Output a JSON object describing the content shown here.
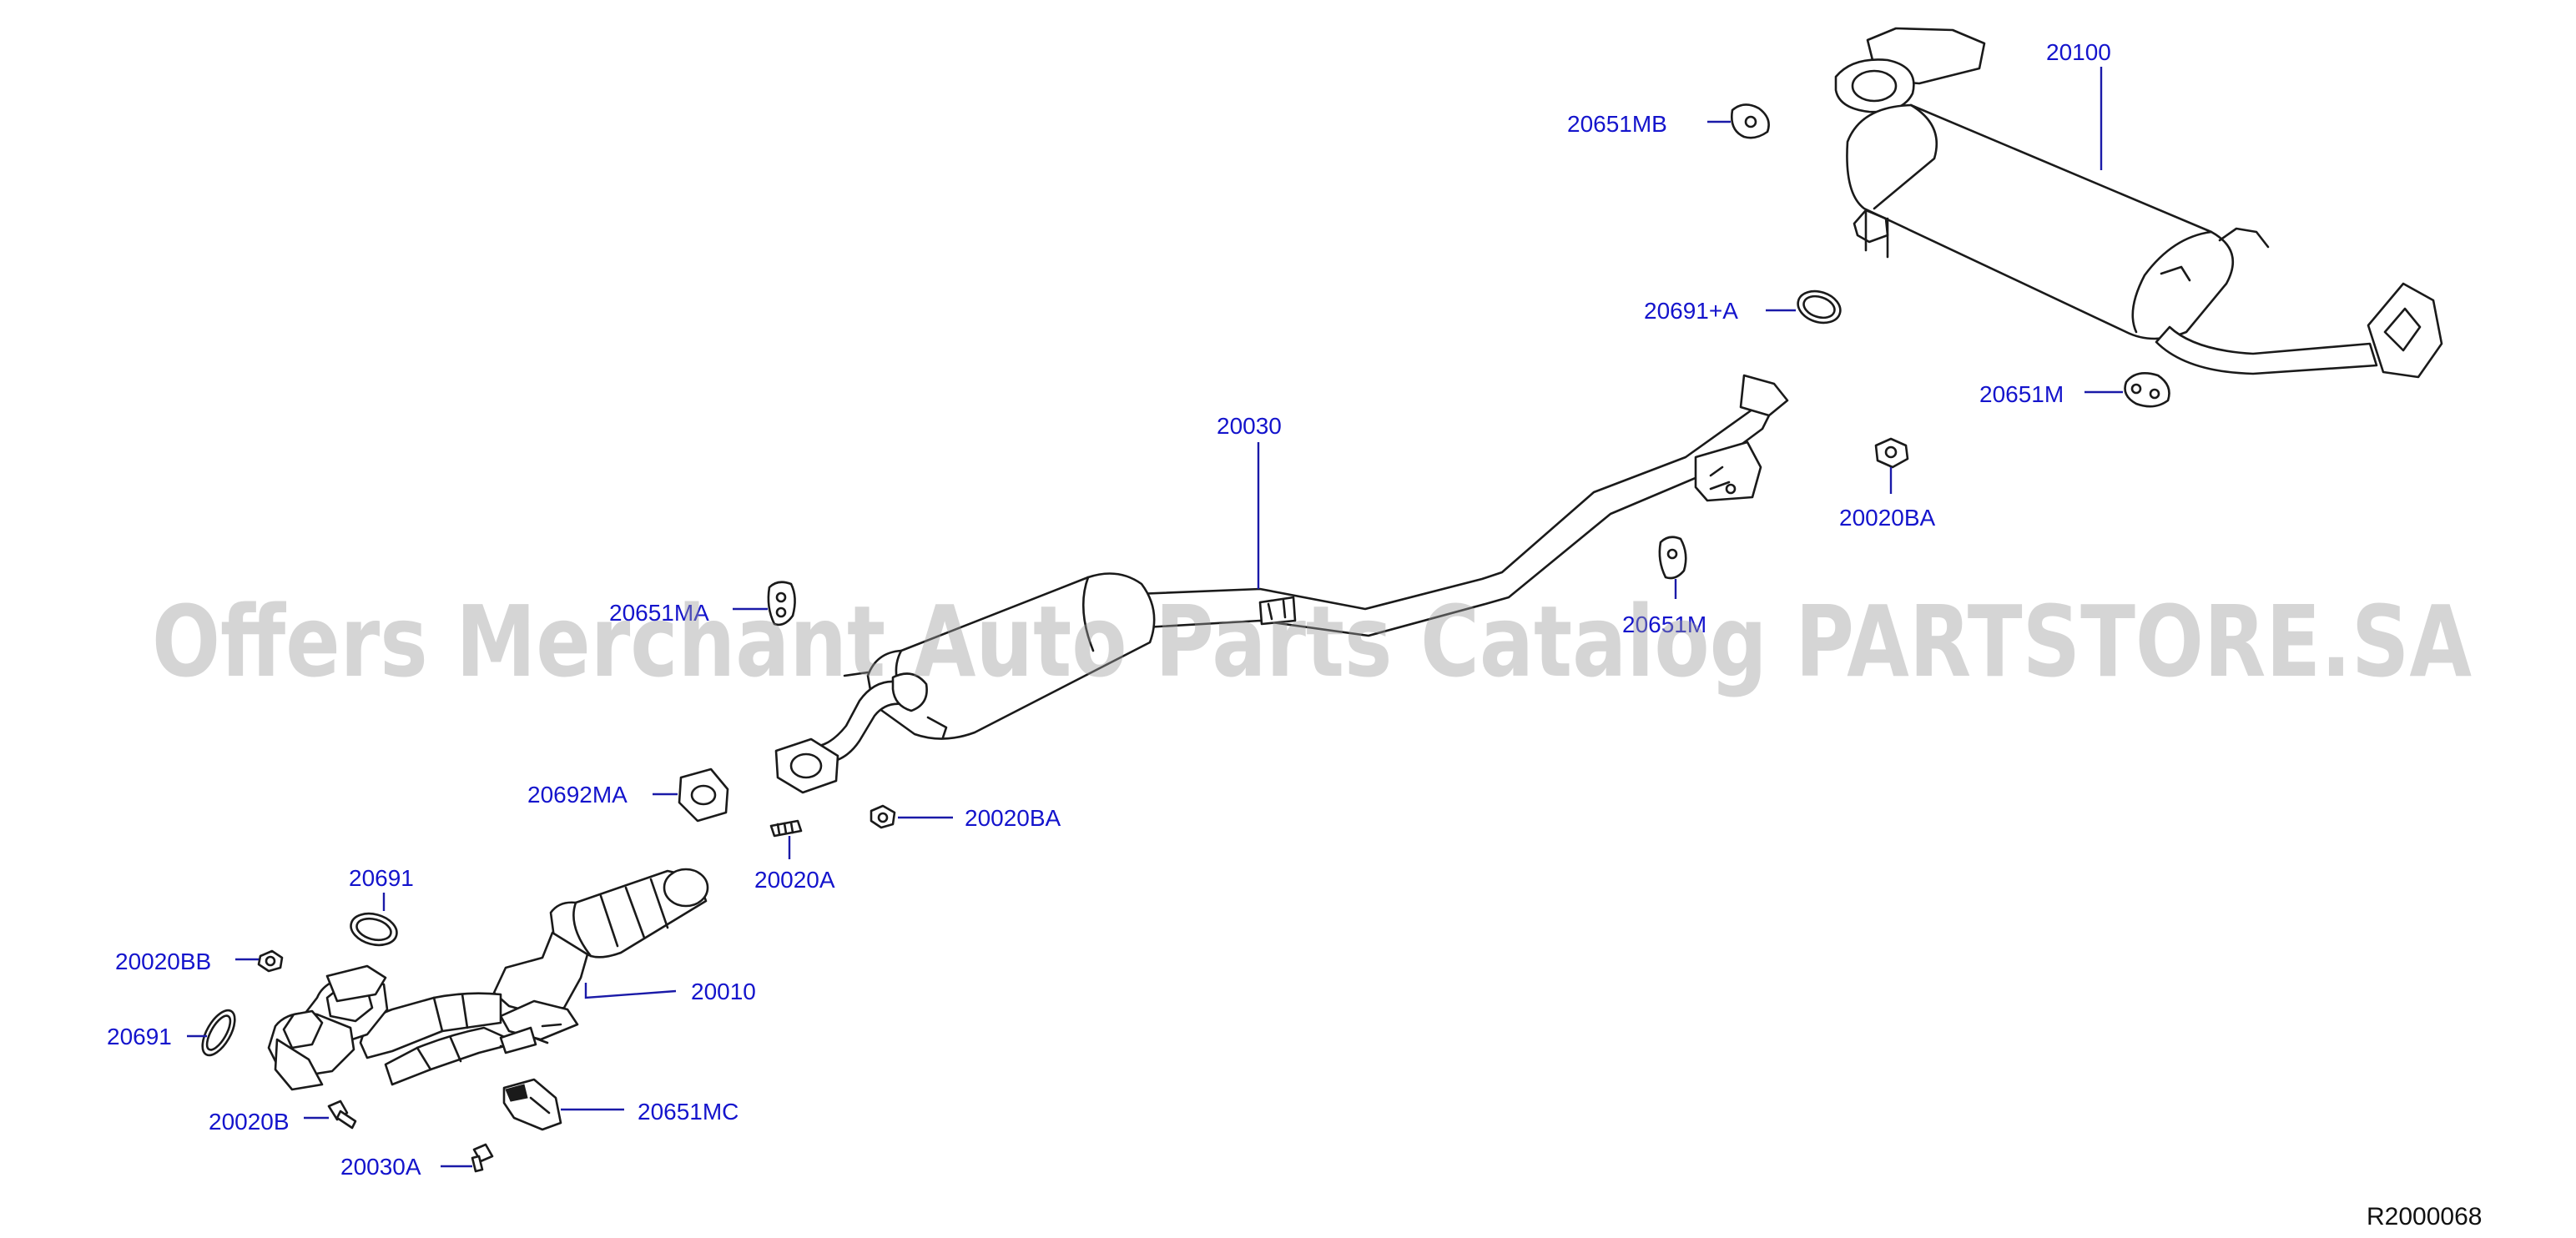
{
  "diagram": {
    "watermark": "Offers Merchant Auto Parts Catalog PARTSTORE.SA",
    "reference_code": "R2000068",
    "parts": {
      "p20100": "20100",
      "p20651MB": "20651MB",
      "p20691A": "20691+A",
      "p20651M_right": "20651M",
      "p20020BA_upper": "20020BA",
      "p20030": "20030",
      "p20651MA": "20651MA",
      "p20651M_mid": "20651M",
      "p20692MA": "20692MA",
      "p20020BA_lower": "20020BA",
      "p20020A": "20020A",
      "p20691_upper": "20691",
      "p20020BB": "20020BB",
      "p20010": "20010",
      "p20691_lower": "20691",
      "p20651MC": "20651MC",
      "p20020B": "20020B",
      "p20030A": "20030A"
    }
  }
}
